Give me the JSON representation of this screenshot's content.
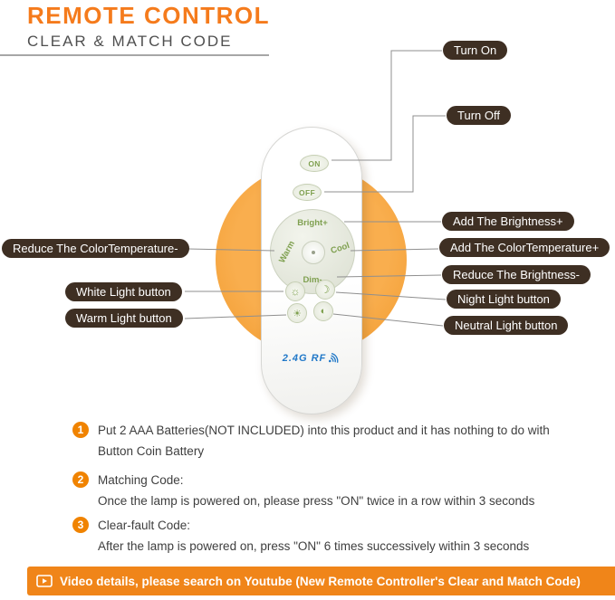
{
  "header": {
    "title": "REMOTE CONTROL",
    "subtitle": "CLEAR & MATCH CODE"
  },
  "remote": {
    "on_button": "ON",
    "off_button": "OFF",
    "dpad": {
      "up": "Bright+",
      "right": "Cool",
      "down": "Dim-",
      "left": "Warm"
    },
    "rf_label": "2.4G RF",
    "icons": {
      "white_light": "☼",
      "night_light": "☽",
      "warm_light": "☀",
      "neutral_light": "◐"
    }
  },
  "callouts": {
    "turn_on": "Turn On",
    "turn_off": "Turn Off",
    "add_brightness": "Add The Brightness+",
    "add_color_temperature": "Add The ColorTemperature+",
    "reduce_brightness": "Reduce The Brightness-",
    "night_light": "Night Light button",
    "neutral_light": "Neutral Light button",
    "reduce_color_temperature": "Reduce The ColorTemperature-",
    "white_light": "White Light button",
    "warm_light": "Warm Light button"
  },
  "instructions": [
    {
      "num": "1",
      "lines": [
        "Put 2 AAA Batteries(NOT INCLUDED) into this product and it has nothing to do with",
        "Button Coin Battery"
      ]
    },
    {
      "num": "2",
      "lines": [
        "Matching Code:",
        "Once the lamp is powered on, please press \"ON\"  twice in a row within 3 seconds"
      ]
    },
    {
      "num": "3",
      "lines": [
        "Clear-fault Code:",
        "After the lamp is powered on, press \"ON\" 6 times successively within 3 seconds"
      ]
    }
  ],
  "footer": {
    "text": "Video details, please search on Youtube (New Remote Controller's Clear and Match Code)"
  },
  "colors": {
    "accent_orange": "#f08300",
    "circle_orange": "#f6a23f",
    "callout_bg": "#3e2f23",
    "rf_blue": "#2078c8",
    "button_green": "#7fa050"
  }
}
